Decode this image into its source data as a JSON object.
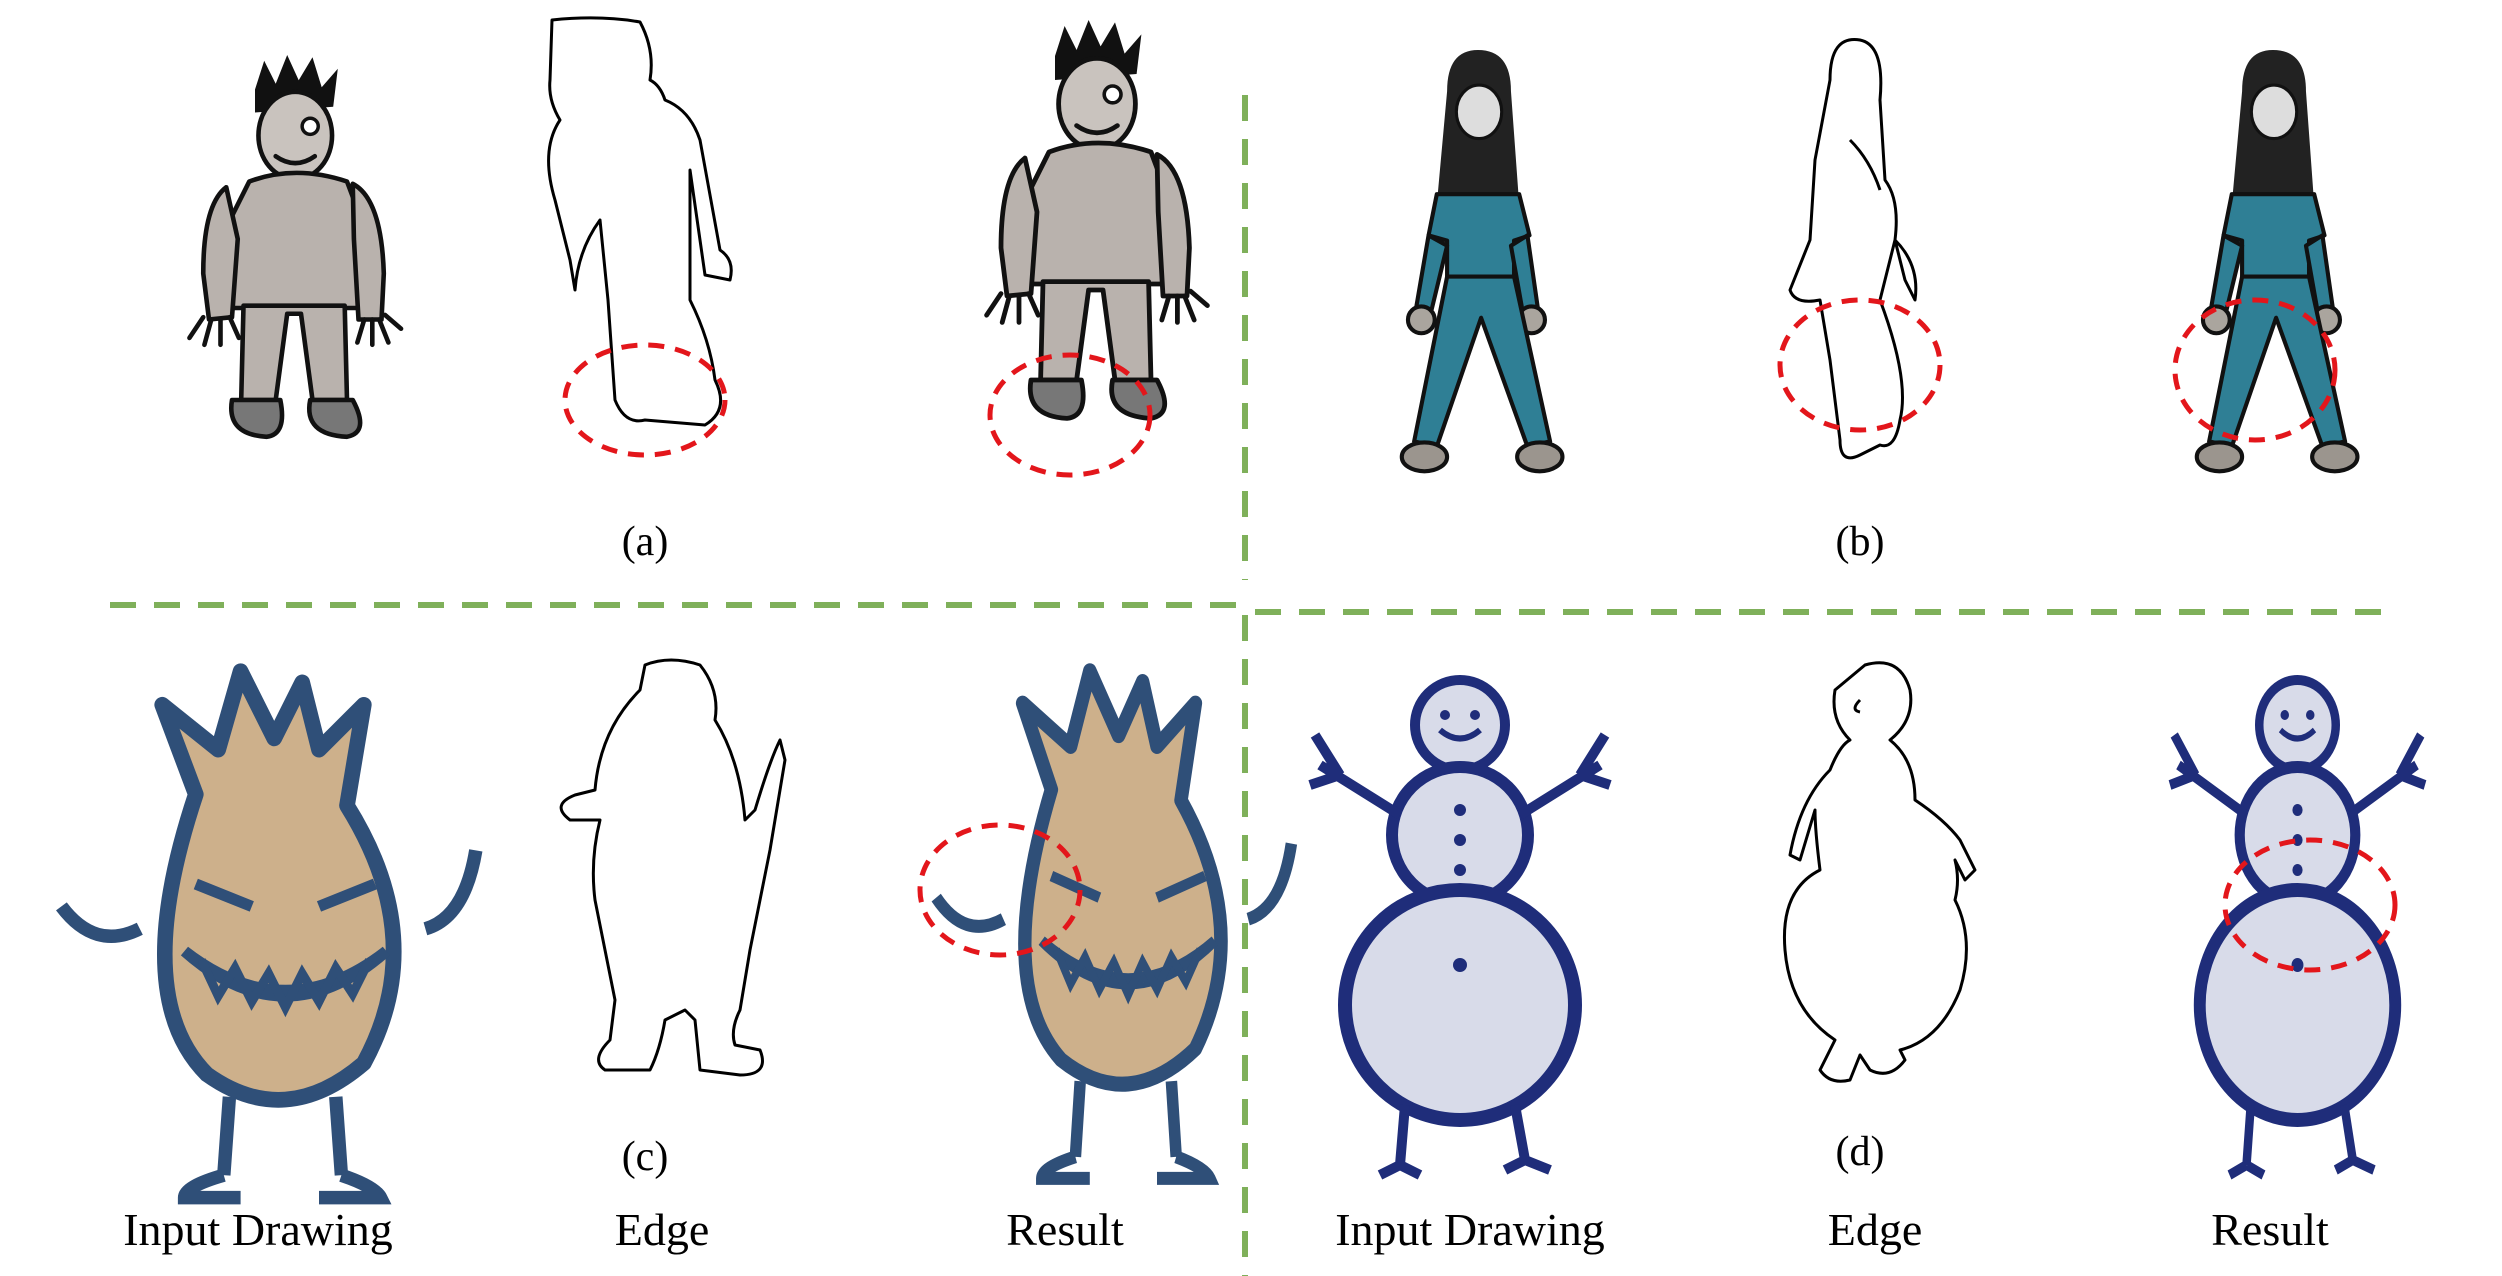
{
  "panels": [
    {
      "label": "(a)"
    },
    {
      "label": "(b)"
    },
    {
      "label": "(c)"
    },
    {
      "label": "(d)"
    }
  ],
  "columns": [
    "Input Drawing",
    "Edge",
    "Result",
    "Input Drawing",
    "Edge",
    "Result"
  ],
  "colors": {
    "divider": "#7fb05a",
    "highlight": "#e3161b",
    "boy_fill": "#b9b2ad",
    "girl_fill": "#2f7f95",
    "monster_fill": "#cdb08b",
    "monster_outline": "#2f4f78",
    "snowman_fill": "#d8dbe9",
    "snowman_outline": "#1f2d7a"
  }
}
